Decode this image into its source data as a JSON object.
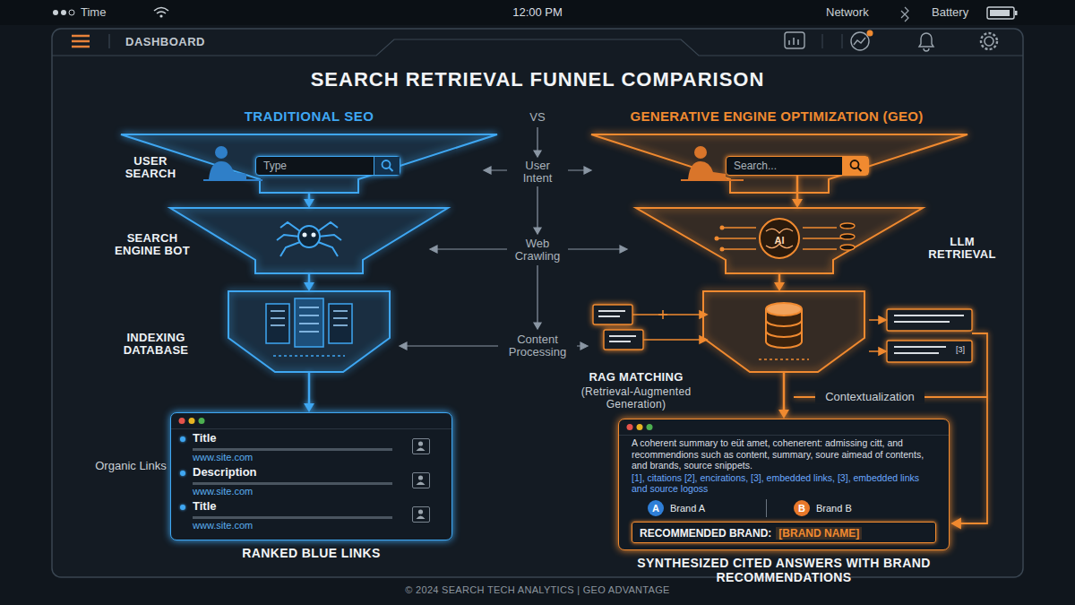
{
  "diagram": {
    "title": "SEARCH RETRIEVAL FUNNEL COMPARISON",
    "nodes": [
      {
        "text": [
          "USER SEARCH"
        ]
      },
      {
        "text": [
          "Type"
        ],
        "in": 0
      },
      {
        "text": [
          "SEARCH ENGINE BOT"
        ]
      },
      {
        "text": [
          "INDEXING DATABASE"
        ]
      },
      {
        "text": [
          "RANKED BLUE LINKS"
        ]
      },
      {
        "text": [
          "Title",
          "www.site.com"
        ],
        "in": 4
      },
      {
        "text": [
          "Description",
          "www.site.com"
        ],
        "in": 4
      },
      {
        "text": [
          "Title",
          "www.site.com"
        ],
        "in": 4
      },
      {
        "text": [
          "Search..."
        ]
      },
      {
        "text": [
          "LLM RETRIEVAL"
        ]
      },
      {
        "text": [
          "RAG MATCHING",
          "(Retrieval-Augmented Generation)"
        ]
      },
      {
        "text": [
          "A coherent summary to eüt amet, cohenerent: admissing citt, and recommendions such as content, summary, soure aimead of contents, and brands, source snippets.",
          "[1], citations [2], encirations, [3], embedded links, [3], embedded links and source logoss",
          "SYNTHESIZED CITED ANSWERS WITH BRAND RECOMMENDATIONS"
        ]
      },
      {
        "text": [
          "A",
          "Brand A"
        ],
        "in": 11
      },
      {
        "text": [
          "B",
          "Brand B"
        ],
        "in": 11
      },
      {
        "text": [
          "RECOMMENDED BRAND:",
          "[BRAND NAME]"
        ],
        "in": 11
      }
    ],
    "edges": [
      {
        "from": 0,
        "to": 2,
        "arrow": "to"
      },
      {
        "from": 2,
        "to": 3,
        "arrow": "to"
      },
      {
        "from": 3,
        "to": 4,
        "arrow": "to"
      },
      {
        "from": 8,
        "to": 9,
        "arrow": "to"
      },
      {
        "from": 9,
        "to": 10,
        "arrow": "to"
      },
      {
        "from": 10,
        "to": 11,
        "arrow": "to"
      }
    ],
    "labels": [
      "Time",
      "12:00 PM",
      "Network",
      "Battery",
      "DASHBOARD",
      "TRADITIONAL SEO",
      "VS",
      "GENERATIVE ENGINE OPTIMIZATION (GEO)",
      "User Intent",
      "Web Crawling",
      "Content Processing",
      "AI",
      "[3]",
      "Contextualization",
      "Organic Links",
      "© 2024 SEARCH TECH ANALYTICS | GEO ADVANTAGE"
    ]
  }
}
